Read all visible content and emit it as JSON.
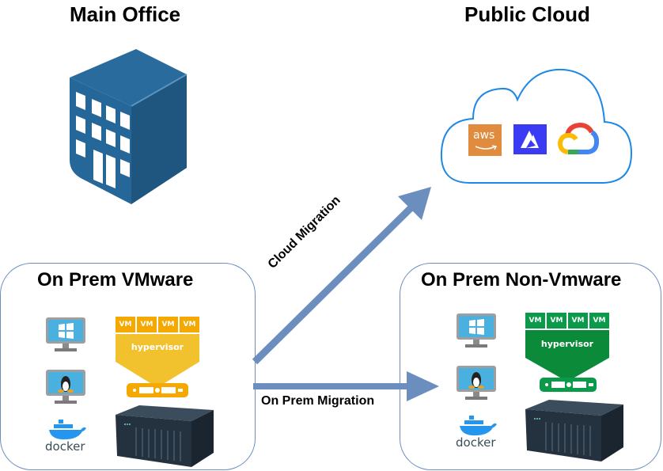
{
  "titles": {
    "main_office": "Main Office",
    "public_cloud": "Public Cloud"
  },
  "cloud": {
    "providers": [
      {
        "name": "aws",
        "label": "aws",
        "color": "#e08b3e"
      },
      {
        "name": "azure",
        "label": "",
        "color": "#3b3bf5"
      },
      {
        "name": "google-cloud",
        "label": "",
        "colors": [
          "#ea4335",
          "#4285f4",
          "#34a853",
          "#fbbc05"
        ]
      }
    ],
    "outline_color": "#1e88e5"
  },
  "arrows": {
    "cloud_migration_label": "Cloud Migration",
    "on_prem_migration_label": "On Prem Migration",
    "color": "#6c8ebf"
  },
  "vmware_box": {
    "title": "On Prem VMware",
    "vms": [
      "VM",
      "VM",
      "VM",
      "VM"
    ],
    "hypervisor_label": "hypervisor",
    "accent_color": "#f5a800",
    "hypervisor_color": "#f2c12e",
    "docker_label": "docker"
  },
  "non_vmware_box": {
    "title": "On Prem Non-Vmware",
    "vms": [
      "VM",
      "VM",
      "VM",
      "VM"
    ],
    "hypervisor_label": "hypervisor",
    "accent_color": "#0a9a4a",
    "hypervisor_color": "#0b8a3a",
    "docker_label": "docker"
  },
  "colors": {
    "box_border": "#6c8ebf",
    "building": "#26679a",
    "monitor_screen": "#4ab0e0"
  }
}
